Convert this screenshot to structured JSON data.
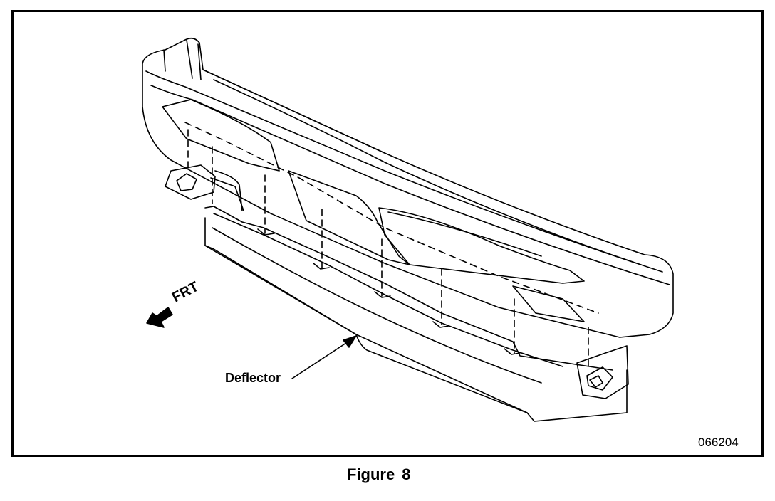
{
  "diagram": {
    "part_label": "Deflector",
    "direction_label": "FRT",
    "figure_number": "066204",
    "caption_word": "Figure",
    "caption_number": "8"
  },
  "colors": {
    "line": "#000000",
    "background": "#ffffff"
  },
  "icons": {
    "direction": "front-direction-arrow-icon"
  }
}
